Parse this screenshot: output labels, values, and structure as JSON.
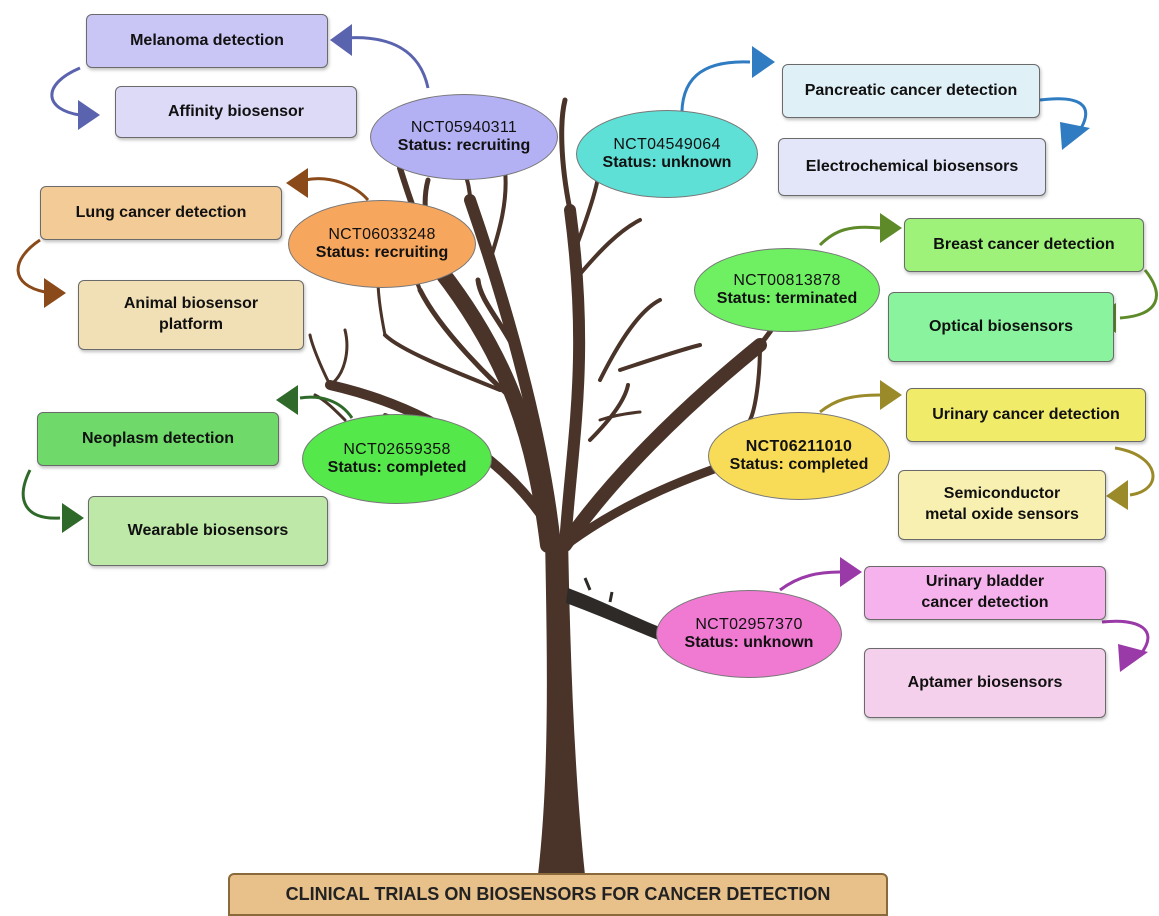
{
  "title": "CLINICAL TRIALS ON BIOSENSORS FOR CANCER DETECTION",
  "trials": [
    {
      "id": "NCT05940311",
      "status": "Status: recruiting",
      "color": "#b3b0f3",
      "detection": "Melanoma detection",
      "detection_color": "#c9c6f5",
      "sensor": "Affinity biosensor",
      "sensor_color": "#dcdaf7",
      "arrow_color": "#5a63ad"
    },
    {
      "id": "NCT04549064",
      "status": "Status: unknown",
      "color": "#5fe0d6",
      "detection": "Pancreatic cancer detection",
      "detection_color": "#dff1f7",
      "sensor": "Electrochemical biosensors",
      "sensor_color": "#e3e6f8",
      "arrow_color": "#2f7cc2"
    },
    {
      "id": "NCT06033248",
      "status": "Status: recruiting",
      "color": "#f7a65e",
      "detection": "Lung cancer detection",
      "detection_color": "#f3cb96",
      "sensor": "Animal  biosensor\nplatform",
      "sensor_color": "#f1dfb6",
      "arrow_color": "#8a4a1a"
    },
    {
      "id": "NCT00813878",
      "status": "Status: terminated",
      "color": "#6ef062",
      "detection": "Breast cancer detection",
      "detection_color": "#9ef27a",
      "sensor": "Optical biosensors",
      "sensor_color": "#8af39e",
      "arrow_color": "#5e8a2a"
    },
    {
      "id": "NCT02659358",
      "status": "Status: completed",
      "color": "#55e84a",
      "detection": "Neoplasm detection",
      "detection_color": "#6fd96a",
      "sensor": "Wearable biosensors",
      "sensor_color": "#bde8a8",
      "arrow_color": "#2f6a2a"
    },
    {
      "id": "NCT06211010",
      "status": "Status: completed",
      "color": "#f8dc58",
      "detection": "Urinary cancer detection",
      "detection_color": "#f0ec6a",
      "sensor": "Semiconductor\nmetal oxide sensors",
      "sensor_color": "#f8f0b0",
      "arrow_color": "#9a8a2a"
    },
    {
      "id": "NCT02957370",
      "status": "Status: unknown",
      "color": "#f07ad2",
      "detection": "Urinary bladder\ncancer detection",
      "detection_color": "#f6b2ec",
      "sensor": "Aptamer biosensors",
      "sensor_color": "#f5d0ec",
      "arrow_color": "#9a3aa8"
    }
  ]
}
